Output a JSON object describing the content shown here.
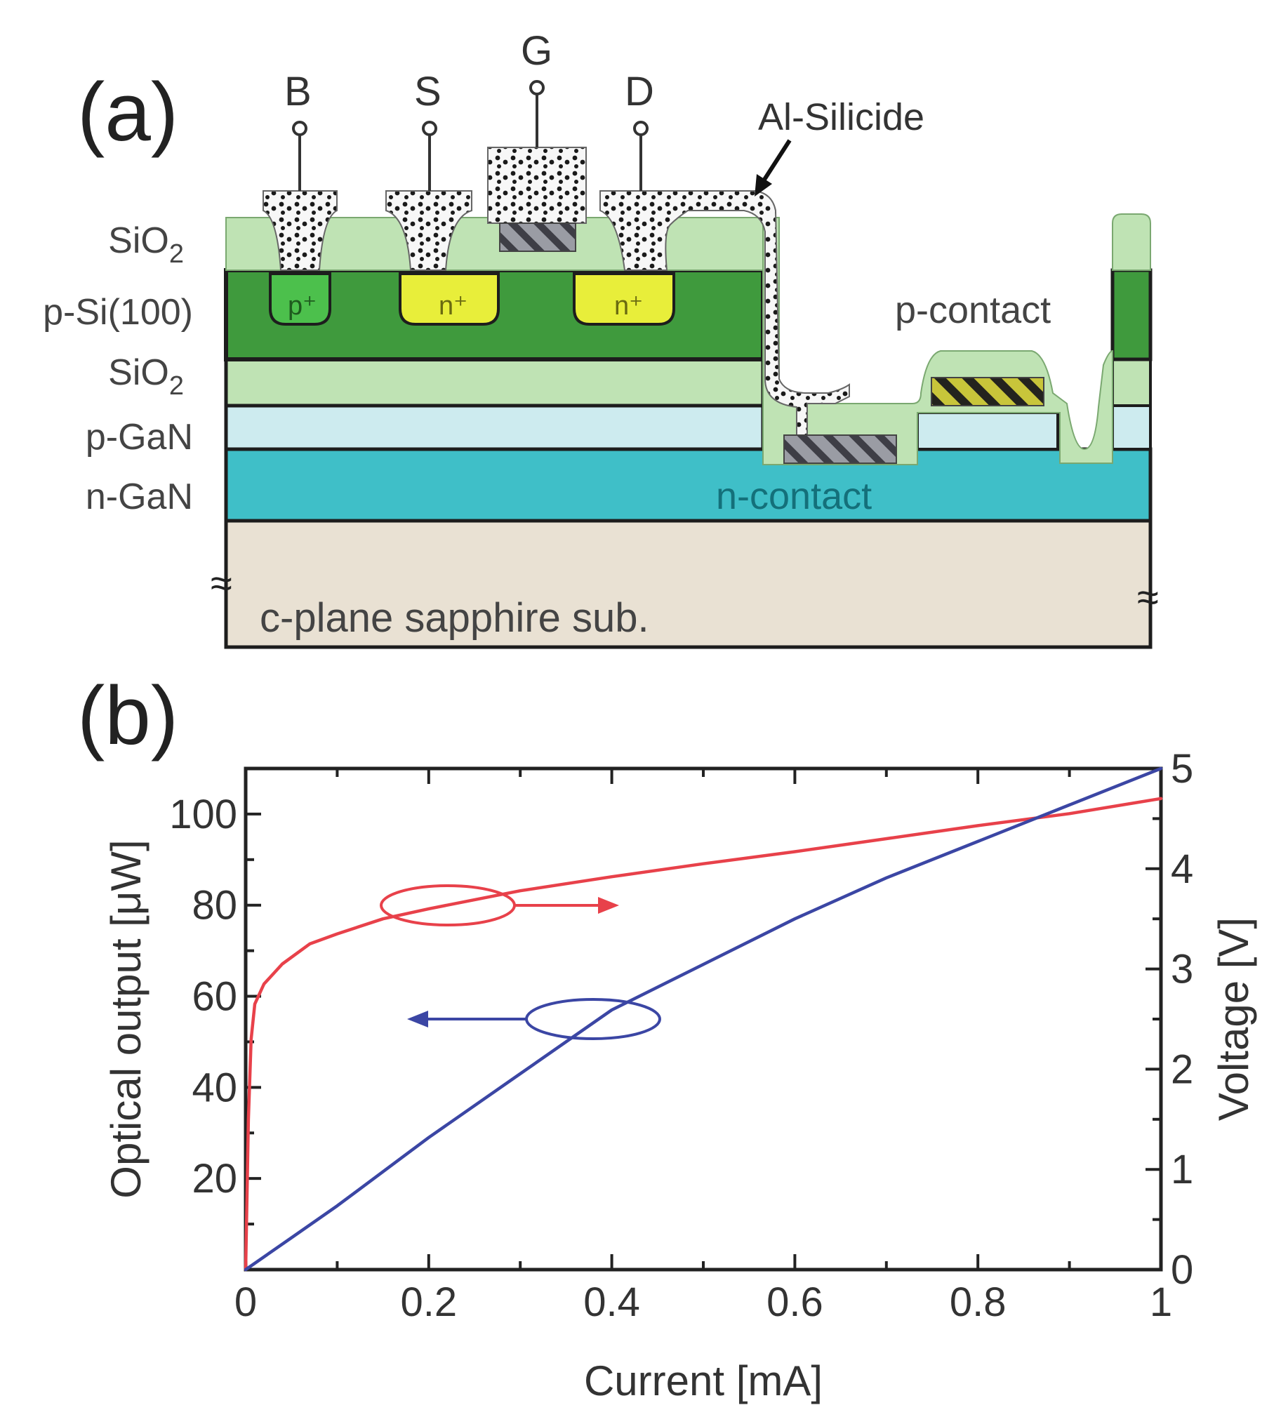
{
  "panel_a": {
    "panel_label": "(a)",
    "terminals": {
      "b": "B",
      "s": "S",
      "g": "G",
      "d": "D"
    },
    "layer_labels": {
      "sio2_top": "SiO",
      "sio2_top_sub": "2",
      "psi": "p-Si(100)",
      "sio2_mid": "SiO",
      "sio2_mid_sub": "2",
      "pgan": "p-GaN",
      "ngan": "n-GaN"
    },
    "region_labels": {
      "p_plus": "p⁺",
      "n_plus_1": "n⁺",
      "n_plus_2": "n⁺"
    },
    "annotations": {
      "al_silicide": "Al-Silicide",
      "p_contact": "p-contact",
      "n_contact": "n-contact",
      "substrate": "c-plane sapphire sub."
    },
    "colors": {
      "sio2": "#bfe3b4",
      "p_si": "#3f9a3d",
      "p_gan": "#cdebef",
      "n_gan": "#3fbfc8",
      "sapphire": "#e9e1d3",
      "n_plus": "#e8ee3a",
      "p_plus": "#4cc04c"
    }
  },
  "panel_b": {
    "panel_label": "(b)",
    "chart_data": {
      "type": "line",
      "xlabel": "Current [mA]",
      "ylabel_left": "Optical output [μW]",
      "ylabel_right": "Voltage [V]",
      "xlim": [
        0,
        1
      ],
      "ylim_left": [
        0,
        110
      ],
      "ylim_right": [
        0,
        5
      ],
      "x_ticks": [
        "0",
        "0.2",
        "0.4",
        "0.6",
        "0.8",
        "1"
      ],
      "y_left_ticks": [
        "20",
        "40",
        "60",
        "80",
        "100"
      ],
      "y_right_ticks": [
        "0",
        "1",
        "2",
        "3",
        "4",
        "5"
      ],
      "series": [
        {
          "axis": "right",
          "color": "#e8414a",
          "x": [
            0,
            0.003,
            0.006,
            0.01,
            0.02,
            0.04,
            0.07,
            0.1,
            0.15,
            0.2,
            0.3,
            0.4,
            0.5,
            0.6,
            0.7,
            0.8,
            0.9,
            1.0
          ],
          "y": [
            0,
            1.5,
            2.3,
            2.65,
            2.85,
            3.05,
            3.25,
            3.35,
            3.5,
            3.6,
            3.78,
            3.92,
            4.05,
            4.17,
            4.3,
            4.43,
            4.55,
            4.7
          ]
        },
        {
          "axis": "left",
          "color": "#3b46a4",
          "x": [
            0,
            0.05,
            0.1,
            0.2,
            0.3,
            0.4,
            0.5,
            0.6,
            0.7,
            0.8,
            0.9,
            1.0
          ],
          "y": [
            0,
            7,
            14,
            29,
            43,
            57,
            67,
            77,
            86,
            94,
            102,
            110
          ]
        }
      ]
    }
  }
}
